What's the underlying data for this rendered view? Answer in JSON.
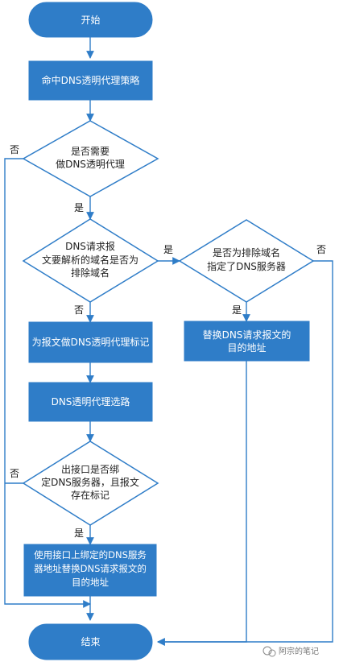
{
  "nodes": {
    "start": "开始",
    "hit_policy": "命中DNS透明代理策略",
    "need_proxy": [
      "是否需要",
      "做DNS透明代理"
    ],
    "domain_excluded": [
      "DNS请求报",
      "文要解析的域名是否为",
      "排除域名"
    ],
    "excluded_has_server": [
      "是否为排除域名",
      "指定了DNS服务器"
    ],
    "replace_dest": [
      "替换DNS请求报文的",
      "目的地址"
    ],
    "mark": "为报文做DNS透明代理标记",
    "route": "DNS透明代理选路",
    "iface_bound": [
      "出接口是否绑",
      "定DNS服务器，且报文",
      "存在标记"
    ],
    "use_iface_server": [
      "使用接口上绑定的DNS服务",
      "器地址替换DNS请求报文的",
      "目的地址"
    ],
    "end": "结束"
  },
  "edge_labels": {
    "need_proxy_no": "否",
    "need_proxy_yes": "是",
    "domain_excluded_yes": "是",
    "domain_excluded_no": "否",
    "excluded_has_server_no": "否",
    "excluded_has_server_yes": "是",
    "iface_bound_no": "否",
    "iface_bound_yes": "是"
  },
  "watermark": "阿宗的笔记",
  "colors": {
    "primary": "#2f7dc8",
    "text": "#222222"
  }
}
